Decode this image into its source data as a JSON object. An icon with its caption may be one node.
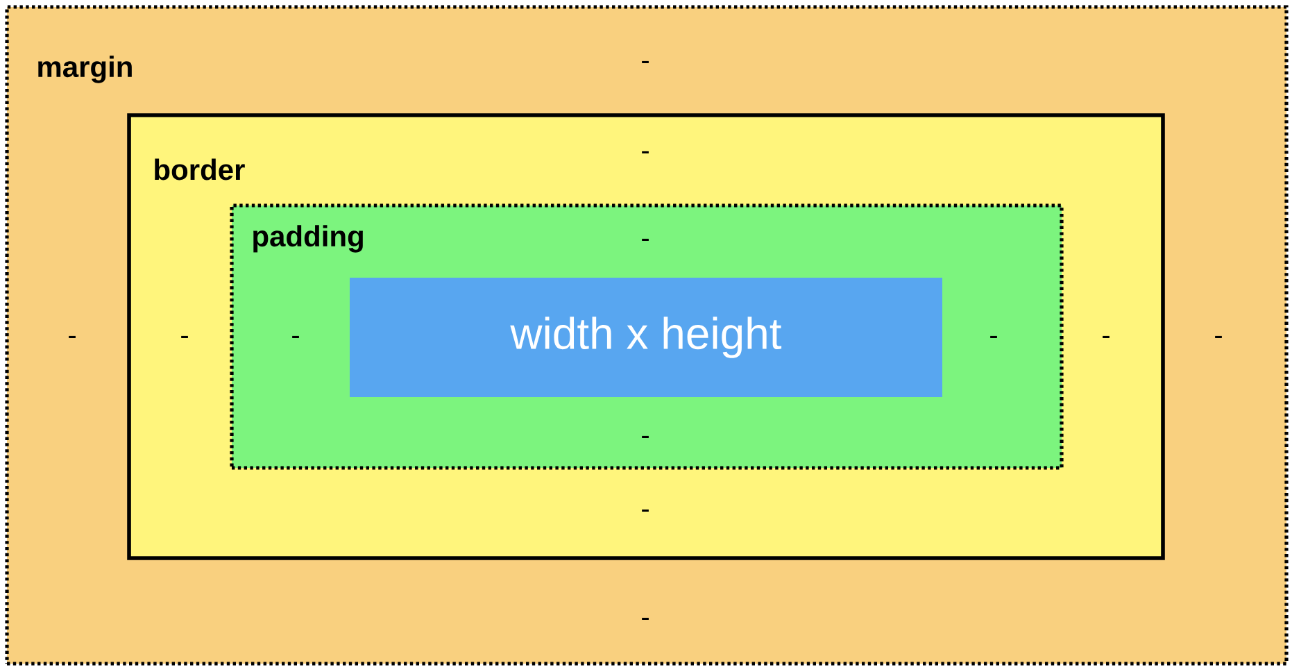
{
  "diagram": {
    "nodes": [
      {
        "text": [
          "margin"
        ]
      },
      {
        "text": [
          "border"
        ],
        "in": 0
      },
      {
        "text": [
          "padding"
        ],
        "in": 1
      },
      {
        "text": [
          "width x height"
        ],
        "in": 2
      }
    ],
    "labels": [
      "-",
      "-",
      "-",
      "-",
      "-",
      "-",
      "-",
      "-",
      "-",
      "-",
      "-",
      "-"
    ]
  }
}
